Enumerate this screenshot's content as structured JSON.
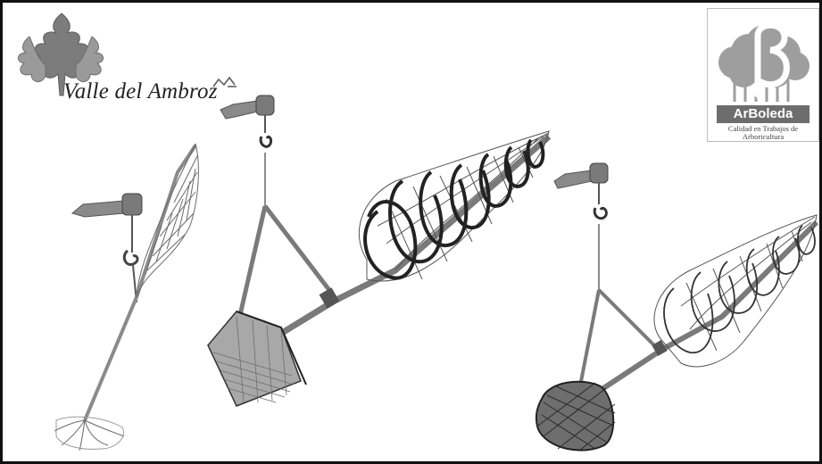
{
  "logo_left": {
    "text": "Valle del Ambroz",
    "icon": "oak-leaf-icon"
  },
  "logo_right": {
    "name": "ArBoleda",
    "tagline": "Calidad en Trabajos de Arboricultura",
    "icon": "beta-tree-icon"
  },
  "illustrations": [
    {
      "kind": "bare-root-tree",
      "icon": "tree-bare-root-icon"
    },
    {
      "kind": "container-tree-with-spiral-lights",
      "icon": "tree-container-icon"
    },
    {
      "kind": "root-ball-tree",
      "icon": "tree-rootball-icon"
    }
  ],
  "colors": {
    "ink": "#1e1e1e",
    "grey": "#8a8a8a",
    "dark_grey": "#5a5a5a",
    "light_grey": "#cfcfcf",
    "background": "#ffffff"
  }
}
